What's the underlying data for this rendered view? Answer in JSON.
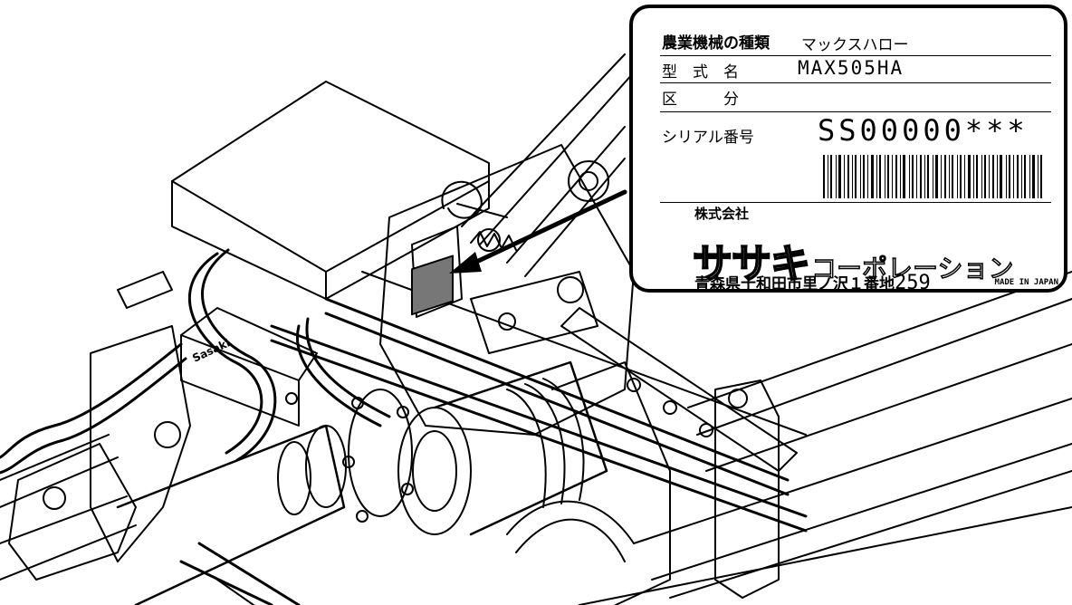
{
  "label_plate": {
    "machine_type_label": "農業機械の種類",
    "machine_type_value": "マックスハロー",
    "model_label": "型　式　名",
    "model_value": "MAX505HA",
    "category_label": "区　　　分",
    "category_value": "",
    "serial_label": "シリアル番号",
    "serial_value": "SS00000***",
    "company_prefix": "株式会社",
    "company_name": "ササキ",
    "company_suffix": "コーポレーション",
    "address": "青森県十和田市里ノ沢１番地",
    "address_number": "259",
    "made_in": "MADE IN JAPAN"
  },
  "machine": {
    "side_logo": "Sasaki"
  },
  "colors": {
    "line": "#000000",
    "background": "#ffffff",
    "label_patch": "#777777"
  }
}
